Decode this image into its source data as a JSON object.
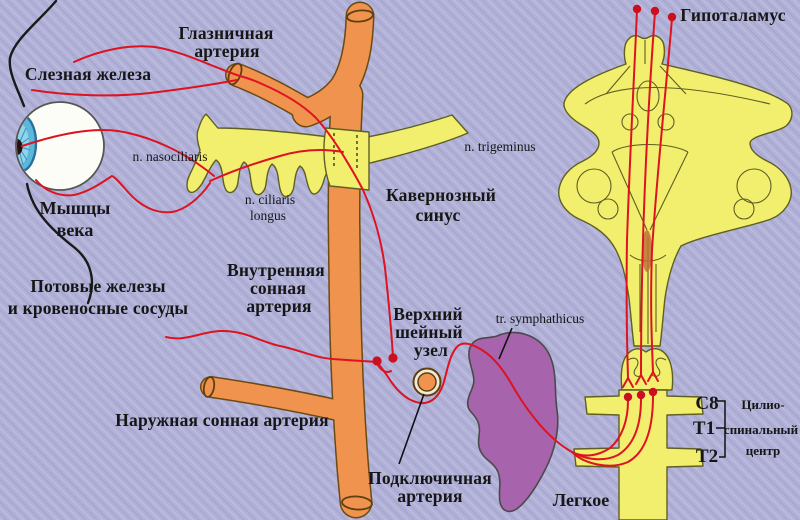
{
  "diagram_title": "Sympathetic innervation of the eye (oculosympathetic pathway)",
  "labels": {
    "hypothalamus": "Гипоталамус",
    "lacrimal_gland": "Слезная железа",
    "ophthalmic_artery_1": "Глазничная",
    "ophthalmic_artery_2": "артерия",
    "eyelid_muscles_1": "Мышцы",
    "eyelid_muscles_2": "века",
    "n_nasociliaris": "n. nasociliaris",
    "n_ciliaris_longus_1": "n. ciliaris",
    "n_ciliaris_longus_2": "longus",
    "n_trigeminus": "n. trigeminus",
    "cavernous_sinus_1": "Кавернозный",
    "cavernous_sinus_2": "синус",
    "internal_carotid_1": "Внутренняя",
    "internal_carotid_2": "сонная",
    "internal_carotid_3": "артерия",
    "sweat_glands_1": "Потовые железы",
    "sweat_glands_2": "и кровеносные сосуды",
    "external_carotid": "Наружная сонная артерия",
    "superior_cervical_ganglion_1": "Верхний",
    "superior_cervical_ganglion_2": "шейный",
    "superior_cervical_ganglion_3": "узел",
    "tr_sympathicus": "tr. symphathicus",
    "subclavian_artery_1": "Подключичная",
    "subclavian_artery_2": "артерия",
    "lung": "Легкое",
    "spinal_c8": "C8",
    "spinal_t1": "T1",
    "spinal_t2": "T2",
    "ciliospinal_center_1": "Цилио-",
    "ciliospinal_center_2": "спинальный",
    "ciliospinal_center_3": "центр"
  },
  "colors": {
    "background": "#b1b1d8",
    "stripe": "#bcbce4",
    "artery_orange": "#f0934e",
    "artery_outline": "#6b4a14",
    "nerve_yellow": "#f2ee6e",
    "nerve_outline": "#5f5f24",
    "red_fiber": "#dd1322",
    "lung_purple": "#a763ab",
    "eye_white": "#fdfdf8",
    "iris_blue": "#5db7dc",
    "text": "#161616"
  }
}
